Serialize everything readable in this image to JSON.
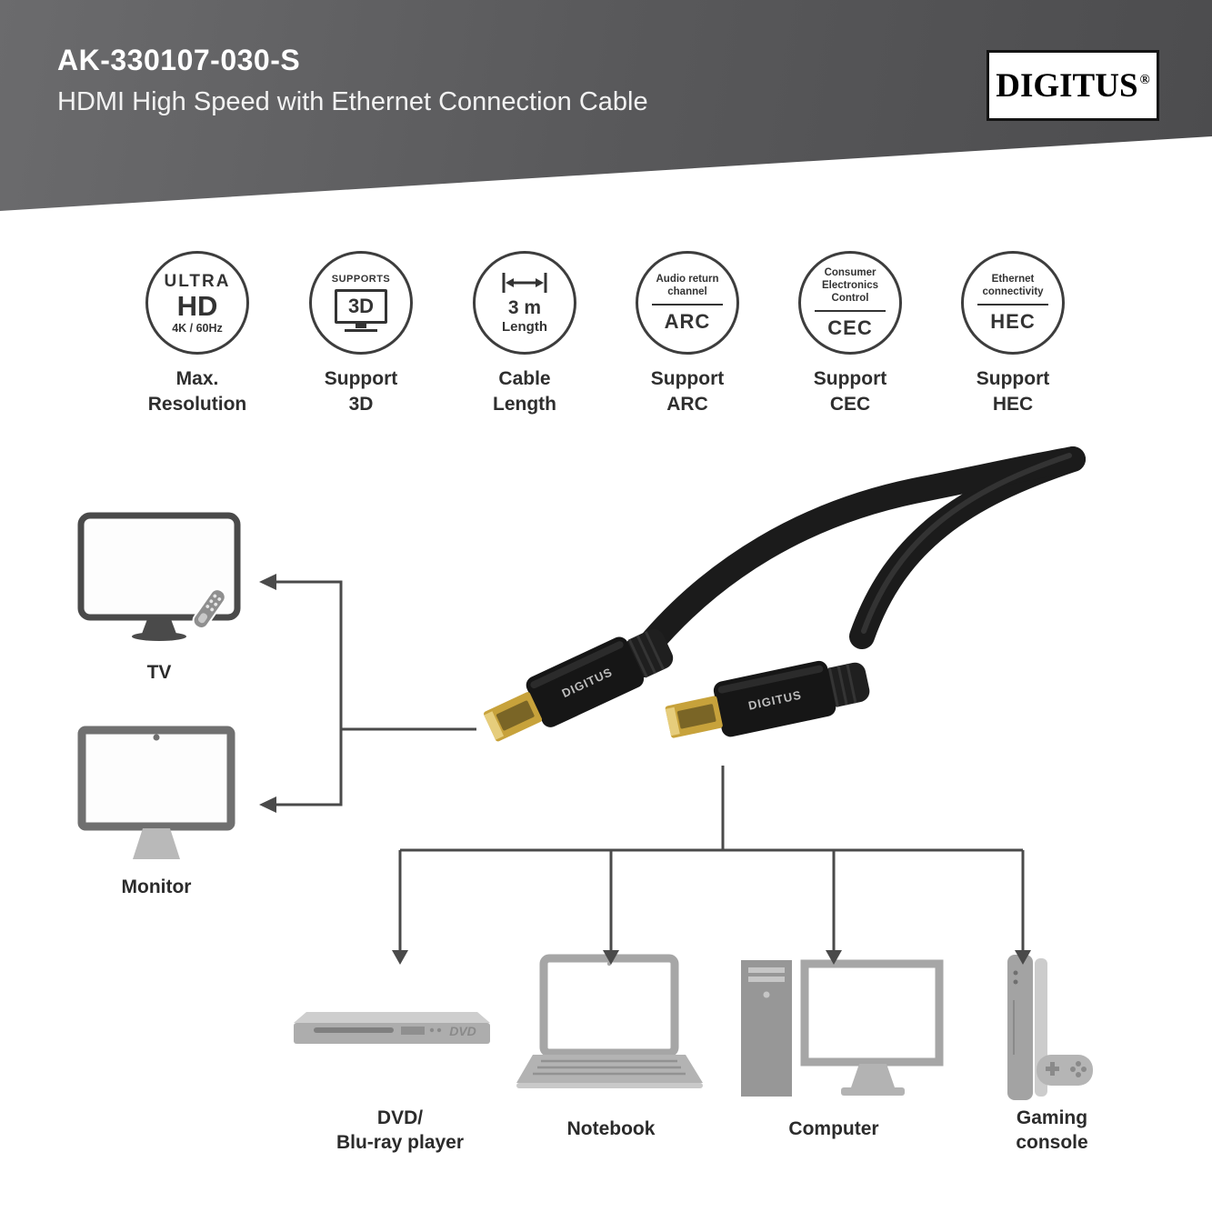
{
  "header": {
    "model": "AK-330107-030-S",
    "subtitle": "HDMI High Speed with Ethernet Connection Cable",
    "brand": "DIGITUS",
    "registered_mark": "®"
  },
  "features": [
    {
      "line1": "ULTRA",
      "line2": "HD",
      "line3": "4K / 60Hz",
      "label1": "Max.",
      "label2": "Resolution"
    },
    {
      "top": "SUPPORTS",
      "screen": "3D",
      "label1": "Support",
      "label2": "3D"
    },
    {
      "value": "3 m",
      "unit": "Length",
      "label1": "Cable",
      "label2": "Length"
    },
    {
      "desc": "Audio return channel",
      "abbr": "ARC",
      "label1": "Support",
      "label2": "ARC"
    },
    {
      "desc": "Consumer Electronics Control",
      "abbr": "CEC",
      "label1": "Support",
      "label2": "CEC"
    },
    {
      "desc": "Ethernet connectivity",
      "abbr": "HEC",
      "label1": "Support",
      "label2": "HEC"
    }
  ],
  "product": {
    "connector_text": "DIGITUS"
  },
  "connections": {
    "sources": [
      {
        "label": "TV"
      },
      {
        "label": "Monitor"
      }
    ],
    "devices": [
      {
        "label1": "DVD/",
        "label2": "Blu-ray player",
        "icon_text": "DVD"
      },
      {
        "label1": "Notebook",
        "label2": ""
      },
      {
        "label1": "Computer",
        "label2": ""
      },
      {
        "label1": "Gaming",
        "label2": "console"
      }
    ]
  },
  "colors": {
    "banner_gray": "#59595b",
    "circle_border": "#3d3d3d",
    "line_gray": "#4a4a4a",
    "connector_gold": "#c7a23b",
    "cable_black": "#1b1b1b",
    "device_gray": "#a6a6a6"
  }
}
